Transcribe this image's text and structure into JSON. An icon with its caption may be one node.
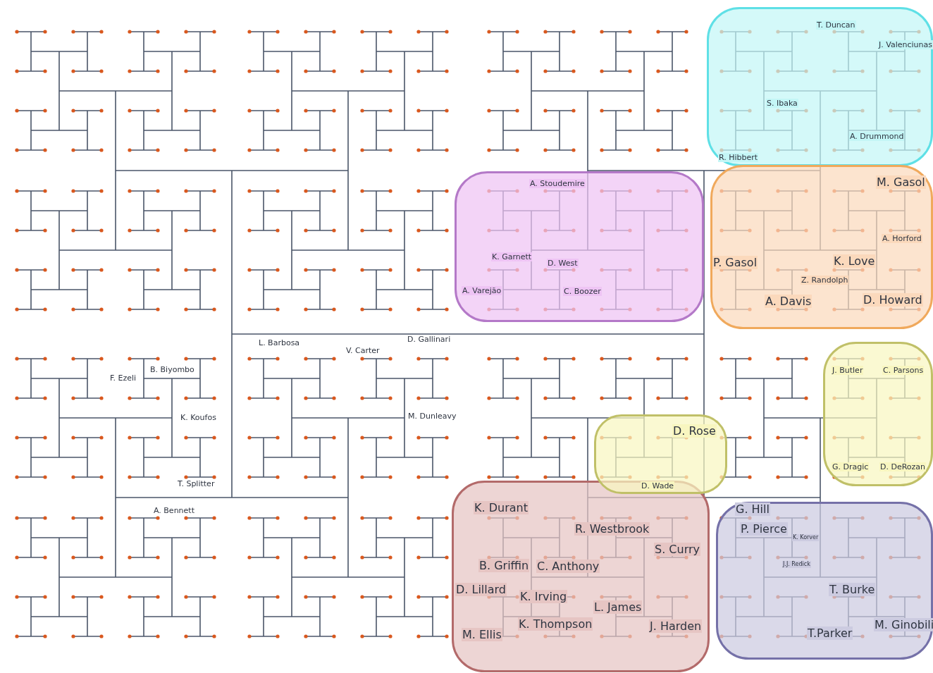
{
  "diagram": {
    "nodes": [
      {
        "text": [
          "T. Duncan",
          "J. Valenciunas",
          "S. Ibaka",
          "A. Drummond",
          "R. Hibbert"
        ]
      },
      {
        "text": [
          "A. Stoudemire",
          "K. Garnett",
          "D. West",
          "A. Varejão",
          "C. Boozer"
        ]
      },
      {
        "text": [
          "M. Gasol",
          "A. Horford",
          "P. Gasol",
          "K. Love",
          "Z. Randolph",
          "A. Davis",
          "D. Howard"
        ]
      },
      {
        "text": [
          "J. Butler",
          "C. Parsons",
          "G. Dragic",
          "D. DeRozan"
        ]
      },
      {
        "text": [
          "D. Rose",
          "D. Wade"
        ]
      },
      {
        "text": [
          "K. Durant",
          "R. Westbrook",
          "S. Curry",
          "B. Griffin",
          "C. Anthony",
          "D. Lillard",
          "K. Irving",
          "L. James",
          "K. Thompson",
          "J. Harden",
          "M. Ellis"
        ]
      },
      {
        "text": [
          "G. Hill",
          "P. Pierce",
          "K. Korver",
          "J.J. Redick",
          "T. Burke",
          "T.Parker",
          "M. Ginobili"
        ]
      }
    ],
    "labels": [
      "D. Gallinari",
      "L. Barbosa",
      "V. Carter",
      "B. Biyombo",
      "F. Ezeli",
      "K. Koufos",
      "M. Dunleavy",
      "T. Splitter",
      "A. Bennett"
    ]
  }
}
